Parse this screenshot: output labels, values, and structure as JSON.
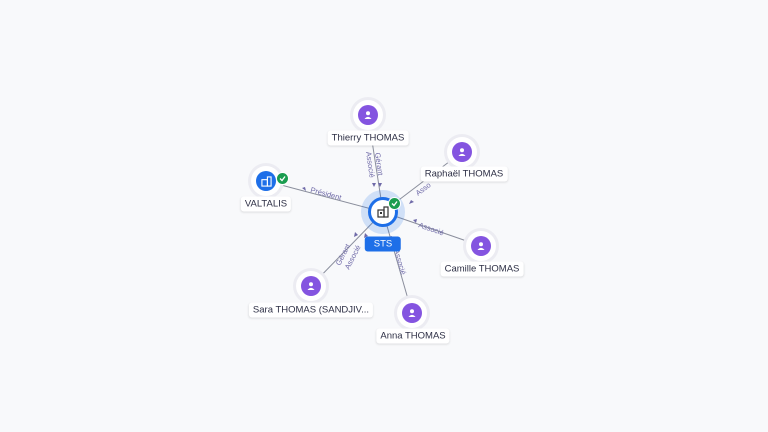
{
  "center": {
    "name": "STS",
    "verified": true
  },
  "nodes": [
    {
      "id": "thierry",
      "name": "Thierry THOMAS",
      "type": "person"
    },
    {
      "id": "raphael",
      "name": "Raphaël THOMAS",
      "type": "person"
    },
    {
      "id": "valtalis",
      "name": "VALTALIS",
      "type": "company",
      "verified": true
    },
    {
      "id": "camille",
      "name": "Camille THOMAS",
      "type": "person"
    },
    {
      "id": "sara",
      "name": "Sara THOMAS (SANDJIV...",
      "type": "person"
    },
    {
      "id": "anna",
      "name": "Anna THOMAS",
      "type": "person"
    }
  ],
  "edge_labels": {
    "thierry_1": "Gérant",
    "thierry_2": "Associé",
    "raphael": "Asso",
    "valtalis": "Président",
    "camille": "Associé",
    "sara_1": "Gérant",
    "sara_2": "Associé",
    "anna": "Associé"
  },
  "colors": {
    "person": "#8454e0",
    "company": "#1e6fe8",
    "verified": "#1a9c4f",
    "edge": "#6f6aa8"
  }
}
